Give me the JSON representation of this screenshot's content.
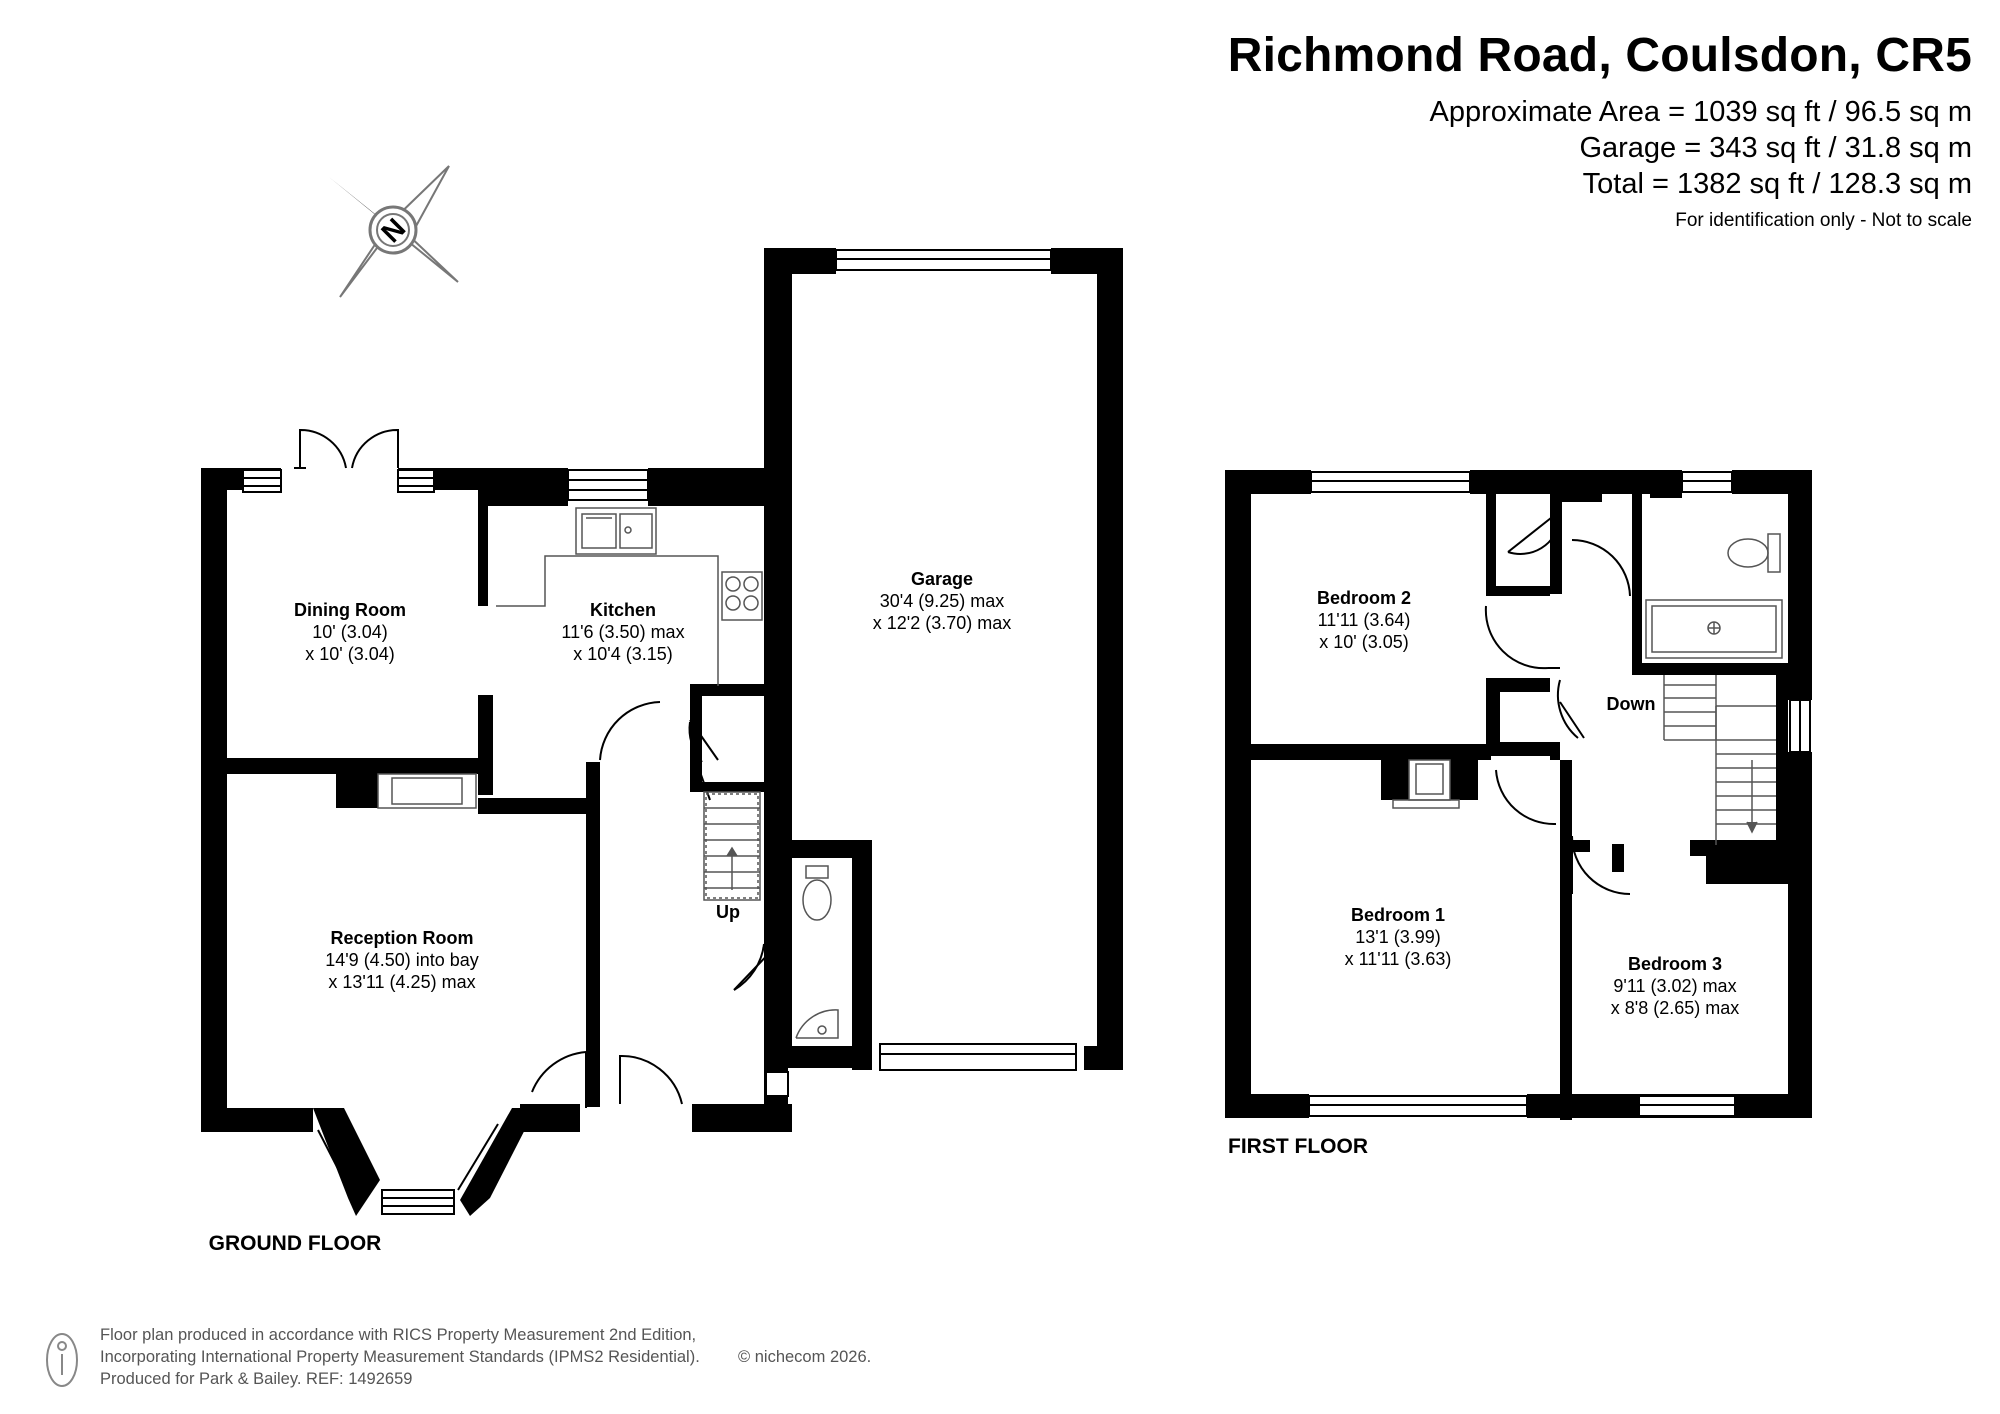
{
  "header": {
    "title": "Richmond Road, Coulsdon, CR5",
    "area_line1": "Approximate Area = 1039 sq ft / 96.5 sq m",
    "area_line2": "Garage = 343 sq ft / 31.8 sq m",
    "area_line3": "Total = 1382 sq ft / 128.3 sq m",
    "disclaimer": "For identification only - Not to scale"
  },
  "compass": {
    "icon": "north-compass-icon",
    "letter": "N"
  },
  "ground_floor": {
    "label": "GROUND FLOOR",
    "rooms": {
      "dining": {
        "name": "Dining Room",
        "dim1": "10' (3.04)",
        "dim2": "x 10' (3.04)"
      },
      "kitchen": {
        "name": "Kitchen",
        "dim1": "11'6 (3.50) max",
        "dim2": "x 10'4 (3.15)"
      },
      "garage": {
        "name": "Garage",
        "dim1": "30'4 (9.25) max",
        "dim2": "x 12'2 (3.70) max"
      },
      "reception": {
        "name": "Reception Room",
        "dim1": "14'9 (4.50) into bay",
        "dim2": "x 13'11 (4.25) max"
      }
    },
    "stairs_label": "Up"
  },
  "first_floor": {
    "label": "FIRST FLOOR",
    "rooms": {
      "bedroom2": {
        "name": "Bedroom 2",
        "dim1": "11'11 (3.64)",
        "dim2": "x 10' (3.05)"
      },
      "bedroom1": {
        "name": "Bedroom 1",
        "dim1": "13'1 (3.99)",
        "dim2": "x 11'11 (3.63)"
      },
      "bedroom3": {
        "name": "Bedroom 3",
        "dim1": "9'11 (3.02) max",
        "dim2": "x 8'8 (2.65) max"
      }
    },
    "stairs_label": "Down"
  },
  "footer": {
    "line1": "Floor plan produced in accordance with RICS Property Measurement 2nd Edition,",
    "line2": "Incorporating International Property Measurement Standards (IPMS2 Residential).",
    "copyright": "© nichecom 2026.",
    "line3": "Produced for Park & Bailey.   REF:  1492659",
    "logo_icon": "person-logo-icon"
  },
  "colors": {
    "wall": "#000000",
    "fixture": "#555555",
    "background": "#ffffff"
  }
}
